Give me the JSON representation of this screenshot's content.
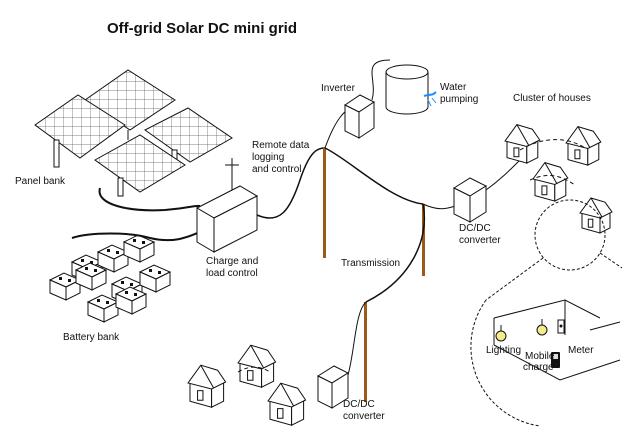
{
  "title": "Off-grid Solar DC mini grid",
  "labels": {
    "panel_bank": "Panel bank",
    "battery_bank": "Battery bank",
    "remote_data_line1": "Remote data",
    "remote_data_line2": "logging",
    "remote_data_line3": "and control",
    "charge_line1": "Charge and",
    "charge_line2": "load control",
    "inverter": "Inverter",
    "water_line1": "Water",
    "water_line2": "pumping",
    "cluster_houses": "Cluster of houses",
    "dcdc_right_line1": "DC/DC",
    "dcdc_right_line2": "converter",
    "transmission": "Transmission",
    "dcdc_bottom_line1": "DC/DC",
    "dcdc_bottom_line2": "converter",
    "lighting": "Lighting",
    "meter": "Meter",
    "mobile_line1": "Mobile",
    "mobile_line2": "charge"
  },
  "colors": {
    "line": "#111111",
    "pole": "#9b5a17",
    "bulb": "#f4ec8c",
    "panel_fill": "#ffffff",
    "background": "#ffffff"
  },
  "icons": [
    "solar-panel-icon",
    "battery-icon",
    "controller-box-icon",
    "antenna-icon",
    "inverter-icon",
    "water-tank-icon",
    "utility-pole-icon",
    "dcdc-converter-icon",
    "house-icon",
    "light-bulb-icon",
    "meter-icon",
    "mobile-phone-icon"
  ]
}
